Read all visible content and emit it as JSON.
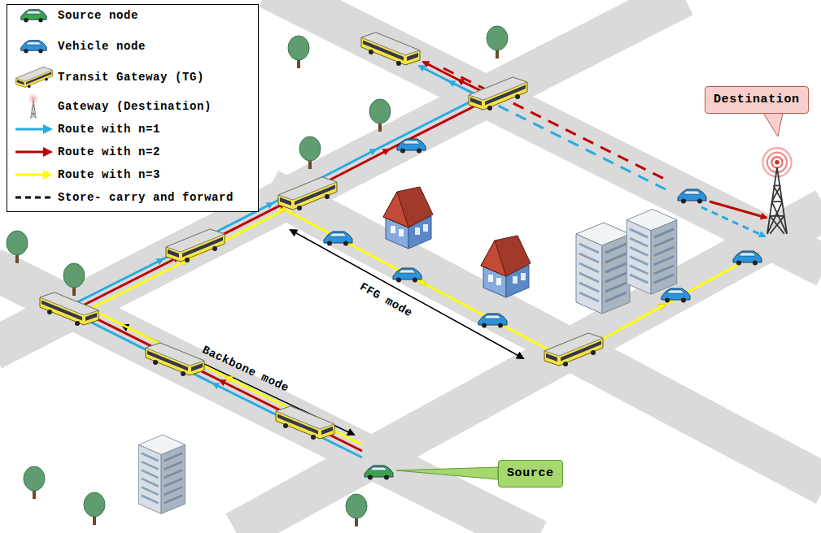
{
  "diagram": {
    "nodes": [
      {
        "text": [
          "Destination"
        ]
      },
      {
        "text": [
          "Source"
        ]
      }
    ],
    "labels": [
      "FFG mode",
      "Backbone mode"
    ],
    "legend": [
      {
        "text": "Source node"
      },
      {
        "text": "Vehicle node"
      },
      {
        "text": "Transit Gateway (TG)"
      },
      {
        "text": "Gateway (Destination)"
      },
      {
        "text": "Route with n=1",
        "color": "#29abe2"
      },
      {
        "text": "Route with n=2",
        "color": "#c00000"
      },
      {
        "text": "Route with n=3",
        "color": "#ffff00"
      },
      {
        "text": "Store- carry and forward"
      }
    ]
  }
}
